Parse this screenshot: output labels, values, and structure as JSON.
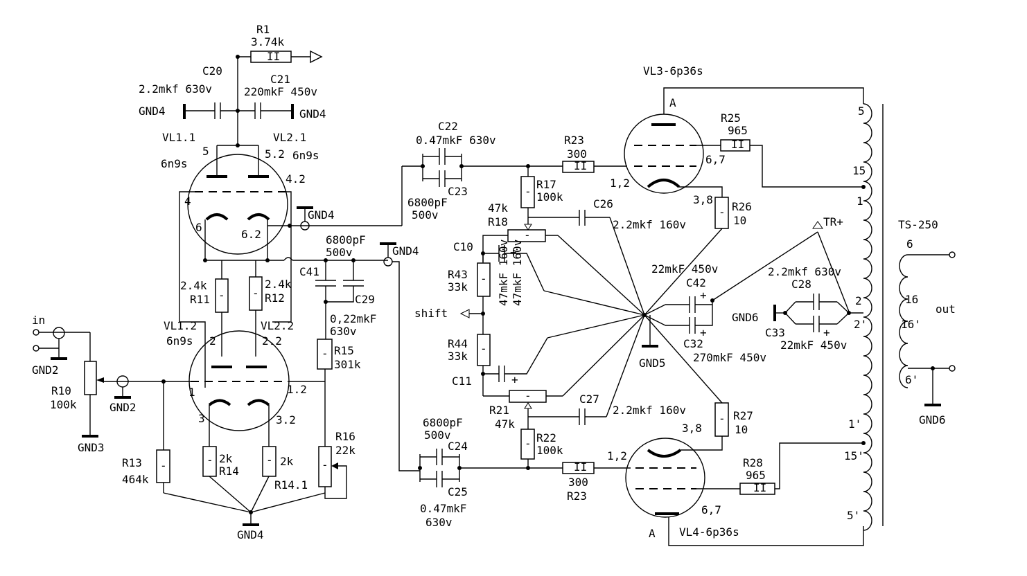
{
  "labels": {
    "r1": "R1",
    "r1v": "3.74k",
    "c20": "C20",
    "c20v": "2.2mkf 630v",
    "c21": "C21",
    "c21v": "220mkF 450v",
    "gnd4a": "GND4",
    "gnd4b": "GND4",
    "gnd4c": "GND4",
    "gnd4d": "GND4",
    "gnd4e": "GND4",
    "vl11": "VL1.1",
    "vl21": "VL2.1",
    "p5": "5",
    "p52": "5.2",
    "t6n9s_a": "6n9s",
    "t6n9s_b": "6n9s",
    "p4": "4",
    "p42": "4.2",
    "p6": "6",
    "p62": "6.2",
    "r11v": "2.4k",
    "r11": "R11",
    "r12v": "2.4k",
    "r12": "R12",
    "vl12": "VL1.2",
    "vl22": "VL2.2",
    "t6n9s_c": "6n9s",
    "p2": "2",
    "p22": "2.2",
    "p1": "1",
    "p12": "1.2",
    "p3": "3",
    "p32": "3.2",
    "in": "in",
    "gnd2a": "GND2",
    "gnd2b": "GND2",
    "gnd3": "GND3",
    "r10": "R10",
    "r10v": "100k",
    "r13": "R13",
    "r13v": "464k",
    "r14v": "2k",
    "r14": "R14",
    "r141v": "2k",
    "r141": "R14.1",
    "r16": "R16",
    "r16v": "22k",
    "c41v": "6800pF",
    "c41v2": "500v",
    "c41": "C41",
    "c29": "C29",
    "c29v": "0,22mkF",
    "c29v2": "630v",
    "r15": "R15",
    "r15v": "301k",
    "c22": "C22",
    "c22v": "0.47mkF  630v",
    "c23v": "6800pF",
    "c23v2": "500v",
    "c23": "C23",
    "r23a": "R23",
    "r23av": "300",
    "r17": "R17",
    "r17v": "100k",
    "r18v": "47k",
    "r18": "R18",
    "c26": "C26",
    "c26v": "2.2mkf 160v",
    "c10": "C10",
    "r43": "R43",
    "r43v": "33k",
    "c10v": "47mkF 160v",
    "c11v": "47mkF 160v",
    "shift": "shift",
    "r44": "R44",
    "r44v": "33k",
    "c11": "C11",
    "r21": "R21",
    "r21v": "47k",
    "c27": "C27",
    "c27v": "2.2mkf 160v",
    "r22": "R22",
    "r22v": "100k",
    "c24v": "6800pF",
    "c24v2": "500v",
    "c24": "C24",
    "c25": "C25",
    "c25v": "0.47mkF",
    "c25v2": "630v",
    "r23b": "R23",
    "r23bv": "300",
    "vl3": "VL3-6p36s",
    "a3": "A",
    "r25": "R25",
    "r25v": "965",
    "p67a": "6,7",
    "p12a": "1,2",
    "p38a": "3,8",
    "r26": "R26",
    "r26v": "10",
    "c42v": "22mkF  450v",
    "c42": "C42",
    "c32": "C32",
    "c32v": "270mkF  450v",
    "gnd5": "GND5",
    "tr": "TR+",
    "c28v": "2.2mkf  630v",
    "c28": "C28",
    "gnd6a": "GND6",
    "c33": "C33",
    "c33v": "22mkF  450v",
    "r27": "R27",
    "r27v": "10",
    "p38b": "3,8",
    "p12b": "1,2",
    "p67b": "6,7",
    "r28": "R28",
    "r28v": "965",
    "a4": "A",
    "vl4": "VL4-6p36s",
    "tap5": "5",
    "tap15": "15",
    "tap1": "1",
    "tap2": "2",
    "tap2p": "2'",
    "tap1p": "1'",
    "tap15p": "15'",
    "tap5p": "5'",
    "ts": "TS-250",
    "s6": "6",
    "s16": "16",
    "sout": "out",
    "s16p": "16'",
    "s6p": "6'",
    "gnd6b": "GND6"
  }
}
